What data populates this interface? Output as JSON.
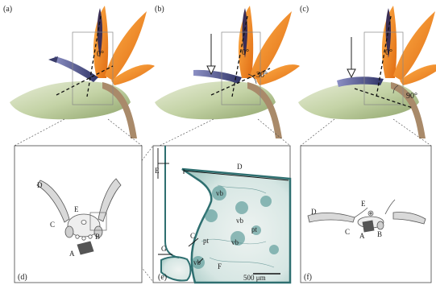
{
  "panels": {
    "a": {
      "label": "(a)",
      "angle": "0°"
    },
    "b": {
      "label": "(b)",
      "angle_top": "0°",
      "angle_side": "30°"
    },
    "c": {
      "label": "(c)",
      "angle_top": "0°",
      "angle_side": "90°"
    },
    "d": {
      "label": "(d)",
      "parts": {
        "A": "A",
        "B": "B",
        "C": "C",
        "D": "D",
        "E": "E"
      }
    },
    "e": {
      "label": "(e)",
      "parts": {
        "C": "C",
        "D": "D",
        "E": "E",
        "F": "F",
        "G": "G"
      },
      "tissue": {
        "vb": "vb",
        "pt": "pt"
      },
      "scale": "500 μm"
    },
    "f": {
      "label": "(f)",
      "parts": {
        "A": "A",
        "B": "B",
        "C": "C",
        "D": "D",
        "E": "E"
      }
    }
  },
  "colors": {
    "petal_orange": "#f08a24",
    "sepal_green": "#b9c99a",
    "flower_blue": "#4a4f86",
    "tissue_teal": "#3f8a88",
    "outline_gray": "#666666"
  }
}
